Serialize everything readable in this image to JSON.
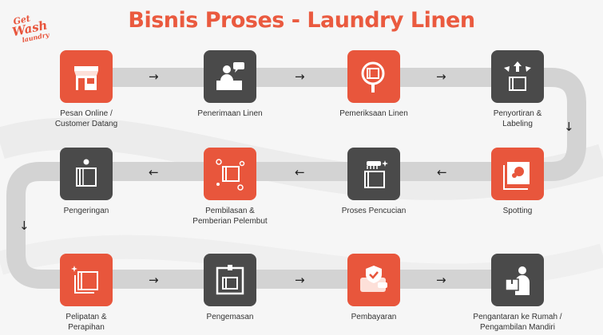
{
  "brand": {
    "line1": "Get",
    "line2": "Wash",
    "line3": "laundry"
  },
  "title": "Bisnis Proses - Laundry Linen",
  "colors": {
    "accent": "#e8563c",
    "dark": "#4a4a4a",
    "track": "#d3d3d3"
  },
  "steps": [
    {
      "label": "Pesan Online /\nCustomer Datang",
      "icon": "storefront-icon",
      "tile": "orange"
    },
    {
      "label": "Penerimaan Linen",
      "icon": "reception-desk-icon",
      "tile": "dark"
    },
    {
      "label": "Pemeriksaan Linen",
      "icon": "magnifier-linen-icon",
      "tile": "orange"
    },
    {
      "label": "Penyortiran &\nLabeling",
      "icon": "sorting-arrows-icon",
      "tile": "dark"
    },
    {
      "label": "Spotting",
      "icon": "stain-spot-icon",
      "tile": "orange"
    },
    {
      "label": "Proses Pencucian",
      "icon": "washing-brush-icon",
      "tile": "dark"
    },
    {
      "label": "Pembilasan &\nPemberian Pelembut",
      "icon": "rinse-bubbles-icon",
      "tile": "orange"
    },
    {
      "label": "Pengeringan",
      "icon": "drying-sun-icon",
      "tile": "dark"
    },
    {
      "label": "Pelipatan &\nPerapihan",
      "icon": "folded-linen-icon",
      "tile": "orange"
    },
    {
      "label": "Pengemasan",
      "icon": "packaging-icon",
      "tile": "dark"
    },
    {
      "label": "Pembayaran",
      "icon": "payment-wallet-icon",
      "tile": "orange"
    },
    {
      "label": "Pengantaran ke Rumah /\nPengambilan Mandiri",
      "icon": "delivery-person-icon",
      "tile": "dark"
    }
  ],
  "arrows": [
    "→",
    "→",
    "→",
    "↓",
    "←",
    "←",
    "←",
    "↓",
    "→",
    "→",
    "→"
  ]
}
